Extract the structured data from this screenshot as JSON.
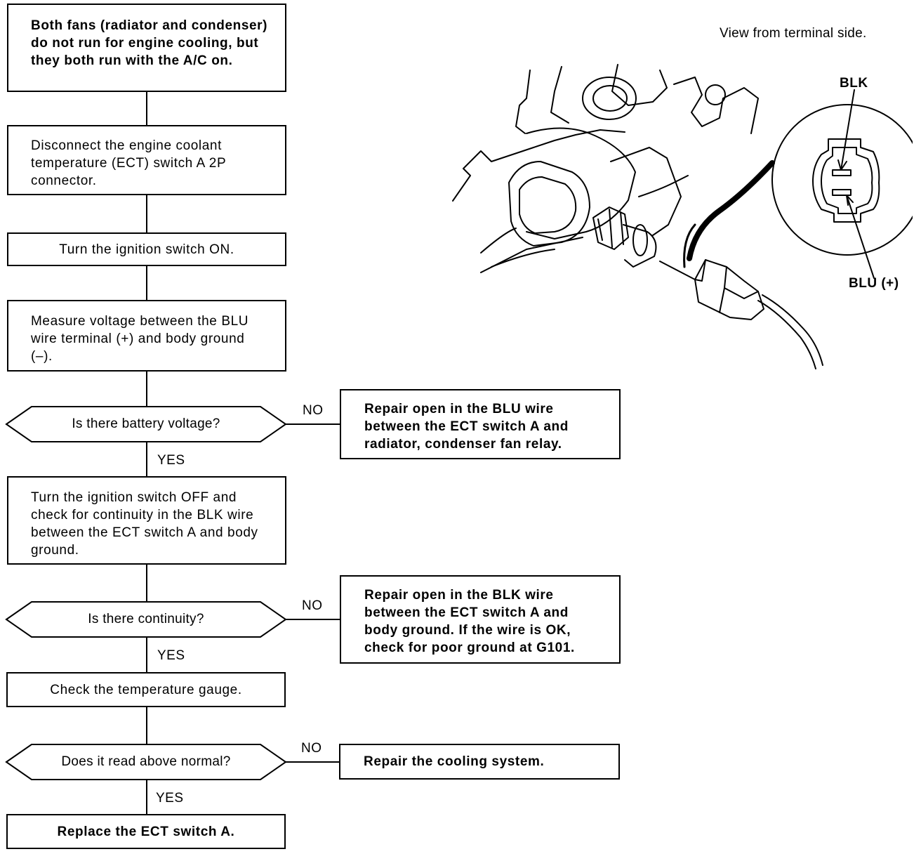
{
  "flowchart": {
    "start_box": "Both fans (radiator and condenser) do not run for engine cooling, but they both run with the A/C on.",
    "step_disconnect": "Disconnect the engine coolant temperature (ECT) switch A 2P connector.",
    "step_ignition_on": "Turn the ignition switch ON.",
    "step_measure": "Measure voltage between the BLU wire terminal (+) and body ground (–).",
    "decision_battery": "Is there battery voltage?",
    "repair_blu": "Repair open in the BLU wire between the ECT switch A and radiator, condenser fan relay.",
    "step_ignition_off": "Turn the ignition switch OFF and check for continuity in the BLK wire between the ECT switch A and body ground.",
    "decision_continuity": "Is there continuity?",
    "repair_blk": "Repair open in the BLK wire between the ECT switch A and body ground. If the wire is OK, check for poor ground at G101.",
    "step_gauge": "Check the temperature gauge.",
    "decision_gauge": "Does it read above normal?",
    "repair_cooling": "Repair the cooling system.",
    "final_step": "Replace the ECT switch A.",
    "label_no": "NO",
    "label_yes": "YES"
  },
  "illustration": {
    "caption": "View from terminal side.",
    "terminal_blk": "BLK",
    "terminal_blu": "BLU (+)"
  }
}
